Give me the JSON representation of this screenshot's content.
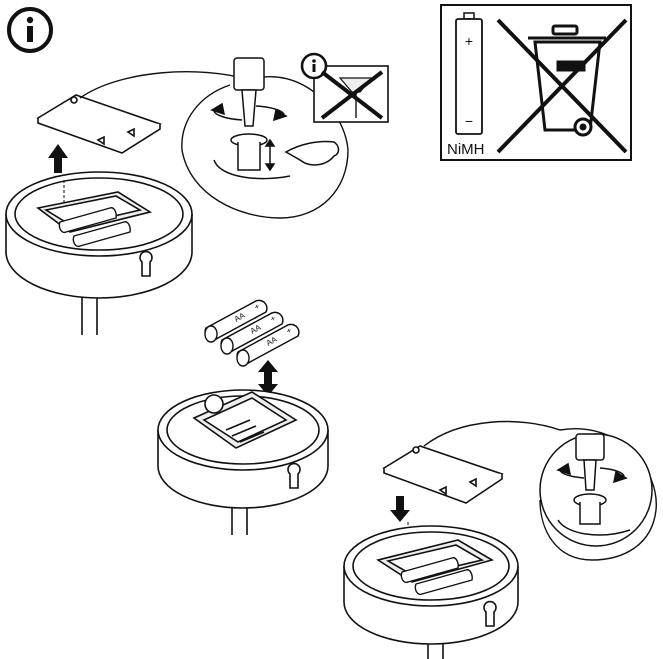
{
  "recycle_panel": {
    "battery_plus": "+",
    "battery_minus": "−",
    "chemistry_label": "NiMH"
  },
  "new_batteries": {
    "cells": [
      {
        "label": "AA",
        "polarity": "+"
      },
      {
        "label": "AA",
        "polarity": "+"
      },
      {
        "label": "AA",
        "polarity": "+"
      }
    ]
  },
  "icons": {
    "info": "info-icon",
    "no_screw": "no-countersunk-screw-icon",
    "recycle_bin": "crossed-out-wheelie-bin-icon"
  },
  "colors": {
    "line": "#111111",
    "shade": "#e6e6e6",
    "fill": "#ffffff"
  }
}
